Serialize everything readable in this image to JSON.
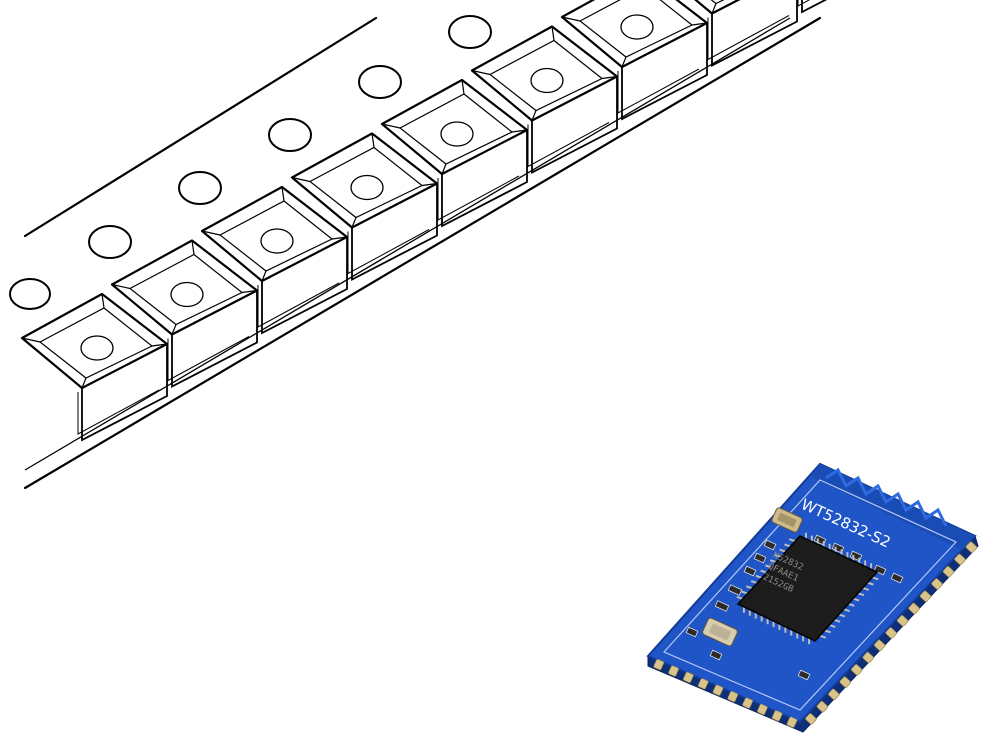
{
  "product": {
    "module_marking": "WT52832-S2",
    "chip_marking_lines": [
      "N52832",
      "QFAAE1",
      "2152GB"
    ]
  },
  "colors": {
    "background": "#ffffff",
    "tape_outline": "#000000",
    "pcb_blue": "#1f55c6",
    "pcb_blue_dark": "#123b95",
    "chip_body": "#1c1c1c",
    "pad_gold": "#d8c48a",
    "silkscreen": "#ffffff"
  },
  "tape": {
    "pocket_count": 9,
    "sprocket_hole_count": 6
  }
}
